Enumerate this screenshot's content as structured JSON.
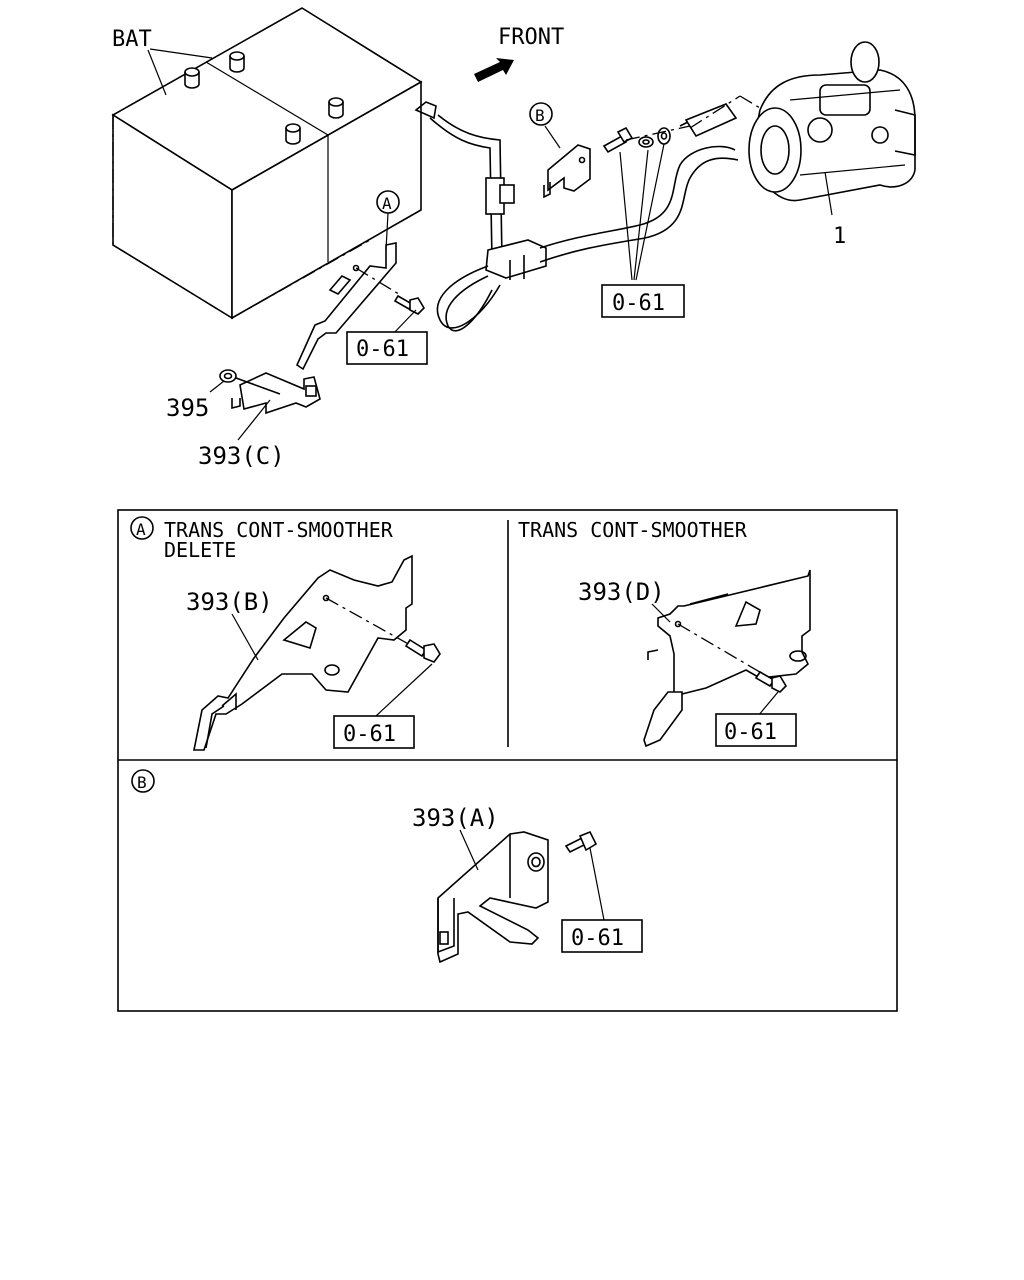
{
  "main": {
    "bat_label": "BAT",
    "front_label": "FRONT",
    "callout_1": "1",
    "callout_395": "395",
    "callout_393c": "393(C)",
    "ref_box_1": "0-61",
    "ref_box_2": "0-61",
    "circle_a": "A",
    "circle_b": "B"
  },
  "panel_a_left": {
    "circle": "A",
    "title_line1": "TRANS CONT-SMOOTHER",
    "title_line2": "DELETE",
    "part_label": "393(B)",
    "ref_box": "0-61"
  },
  "panel_a_right": {
    "title": "TRANS CONT-SMOOTHER",
    "part_label": "393(D)",
    "ref_box": "0-61"
  },
  "panel_b": {
    "circle": "B",
    "part_label": "393(A)",
    "ref_box": "0-61"
  },
  "colors": {
    "line": "#000000",
    "background": "#ffffff"
  }
}
